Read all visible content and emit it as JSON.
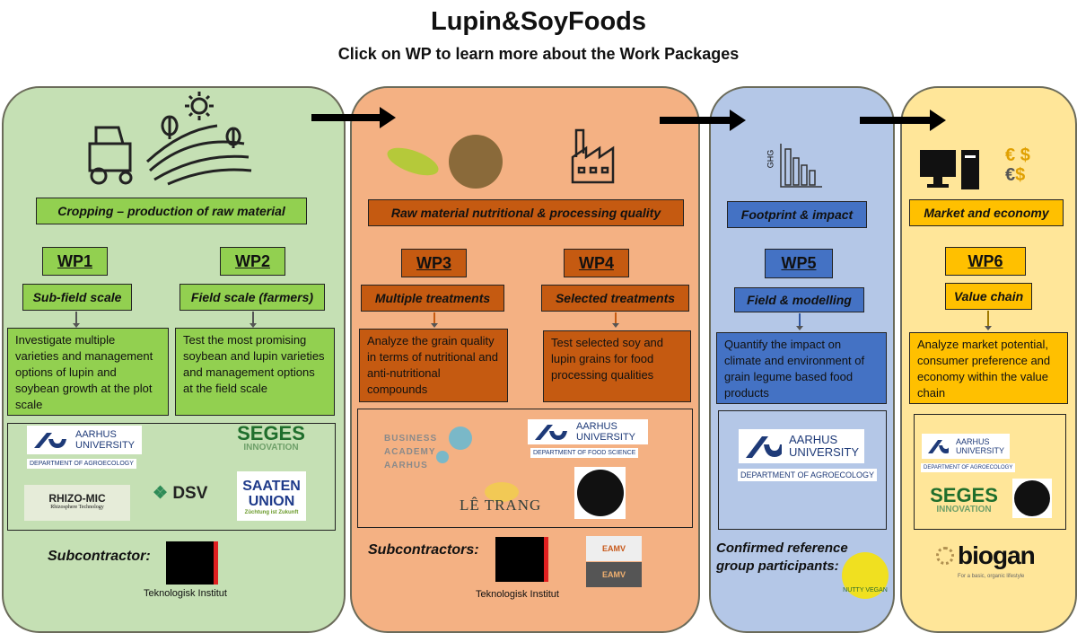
{
  "header": {
    "title": "Lupin&SoyFoods",
    "subtitle": "Click on WP to learn more about the Work Packages"
  },
  "colors": {
    "wp12_panel": "#c5e0b4",
    "wp12_box": "#92d050",
    "wp34_panel": "#f4b183",
    "wp34_box": "#c55a11",
    "wp5_panel": "#b4c7e7",
    "wp5_box": "#4472c4",
    "wp6_panel": "#ffe699",
    "wp6_box": "#ffc000"
  },
  "stage1": {
    "icons": [
      "tractor-icon",
      "field-icon",
      "sun-icon"
    ],
    "banner": "Cropping – production of raw material",
    "wps": [
      {
        "label": "WP1",
        "scale": "Sub-field scale",
        "desc": "Investigate multiple varieties and management options of lupin and soybean growth at the plot scale"
      },
      {
        "label": "WP2",
        "scale": "Field scale (farmers)",
        "desc": "Test the most promising soybean and lupin varieties and management options at the field scale"
      }
    ],
    "partners": {
      "au": [
        "AARHUS",
        "UNIVERSITY"
      ],
      "au_dept": "DEPARTMENT OF AGROECOLOGY",
      "seges": [
        "SEGES",
        "INNOVATION"
      ],
      "rhizo": [
        "RHIZO-MIC",
        "Rhizosphere Technology"
      ],
      "dsv": "DSV",
      "saaten": [
        "SAATEN",
        "UNION",
        "Züchtung ist Zukunft"
      ]
    },
    "subcontractor_label": "Subcontractor:",
    "subcontractor": "Teknologisk Institut"
  },
  "stage2": {
    "icons": [
      "pea-pod-icon",
      "soybeans-icon",
      "factory-icon"
    ],
    "banner": "Raw material nutritional & processing quality",
    "wps": [
      {
        "label": "WP3",
        "scale": "Multiple treatments",
        "desc": "Analyze the grain quality in terms of nutritional and anti-nutritional compounds"
      },
      {
        "label": "WP4",
        "scale": "Selected treatments",
        "desc": "Test selected soy and lupin grains for food processing qualities"
      }
    ],
    "partners": {
      "baa": [
        "BUSINESS",
        "ACADEMY",
        "AARHUS"
      ],
      "au": [
        "AARHUS",
        "UNIVERSITY"
      ],
      "au_dept": "DEPARTMENT OF FOOD SCIENCE",
      "letrang": "LÊ TRANG"
    },
    "subcontractor_label": "Subcontractors:",
    "subcontractor": "Teknologisk Institut",
    "eamv": [
      "EAMV",
      "EAMV"
    ]
  },
  "stage3": {
    "icon_label": "GHG",
    "banner": "Footprint & impact",
    "wps": [
      {
        "label": "WP5",
        "scale": "Field & modelling",
        "desc": "Quantify the impact on climate and environment of grain legume based food products"
      }
    ],
    "partners": {
      "au": [
        "AARHUS",
        "UNIVERSITY"
      ],
      "au_dept": "DEPARTMENT OF AGROECOLOGY"
    },
    "reference_label": "Confirmed reference group participants:",
    "nutty": "NUTTY VEGAN"
  },
  "stage4": {
    "icons": [
      "computer-icon",
      "currency-icon"
    ],
    "currency": [
      "€",
      "$",
      "€",
      "$"
    ],
    "banner": "Market and economy",
    "wps": [
      {
        "label": "WP6",
        "scale": "Value chain",
        "desc": "Analyze market potential, consumer preference and economy within the value chain"
      }
    ],
    "partners": {
      "au": [
        "AARHUS",
        "UNIVERSITY"
      ],
      "au_dept": "DEPARTMENT OF AGROECOLOGY",
      "seges": [
        "SEGES",
        "INNOVATION"
      ]
    },
    "biogan": "biogan",
    "biogan_tag": "For a basic, organic lifestyle"
  }
}
